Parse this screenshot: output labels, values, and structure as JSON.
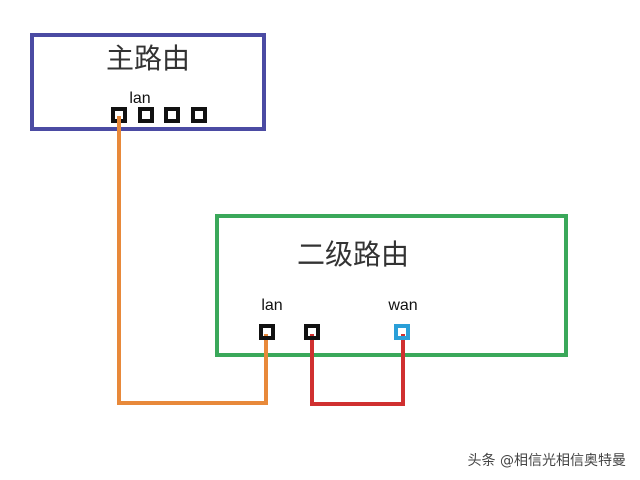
{
  "main_router": {
    "title": "主路由",
    "port_label": "lan",
    "box_color": "#4b4ba3"
  },
  "secondary_router": {
    "title": "二级路由",
    "lan_label": "lan",
    "wan_label": "wan",
    "box_color": "#3aa85a"
  },
  "cables": {
    "orange": "#e8893a",
    "red": "#d03030",
    "wan_port": "#2a9fd8"
  },
  "watermark": "头条 @相信光相信奥特曼"
}
